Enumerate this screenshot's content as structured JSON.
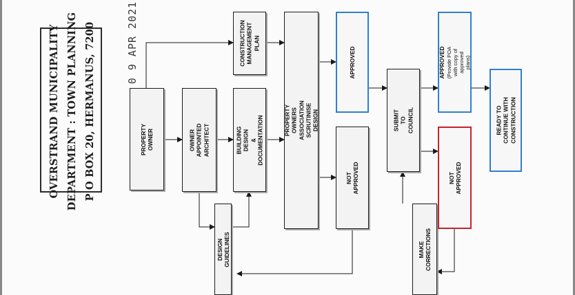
{
  "header": {
    "line1": "OVERSTRAND MUNICIPALITY",
    "line2": "DEPARTMENT : TOWN PLANNING",
    "line3": "P O BOX 20, HERMANUS, 7200"
  },
  "date_stamp": "0 9 APR 2021",
  "nodes": {
    "property_owner": "PROPERTY OWNER",
    "owner_architect": "OWNER APPOINTED\nARCHITECT",
    "design_guidelines": "DESIGN GUIDELINES",
    "building_design": "BUILDING DESIGN\n& DOCUMENTATION",
    "construction_plan": "CONSTRUCTION\nMANAGEMENT\nPLAN",
    "poa_scrutinise": "PROPERTY OWNERS\nASSOCIATION SCRUTINISE\nDESIGN",
    "approved_poa": "APPROVED",
    "not_approved_poa": "NOT APPROVED",
    "submit_council": "SUBMIT TO COUNCIL",
    "make_corrections": "MAKE CORRECTIONS",
    "approved_council": "APPROVED",
    "approved_council_note": "(Provide POA with copy of\napproved plans)",
    "not_approved_council": "NOT APPROVED",
    "ready_construction": "READY TO CONTINUE WITH\nCONSTRUCTION"
  },
  "colors": {
    "approved_border": "#2f7fd0",
    "not_approved_border": "#c8202f",
    "line": "#1a1a1a"
  }
}
